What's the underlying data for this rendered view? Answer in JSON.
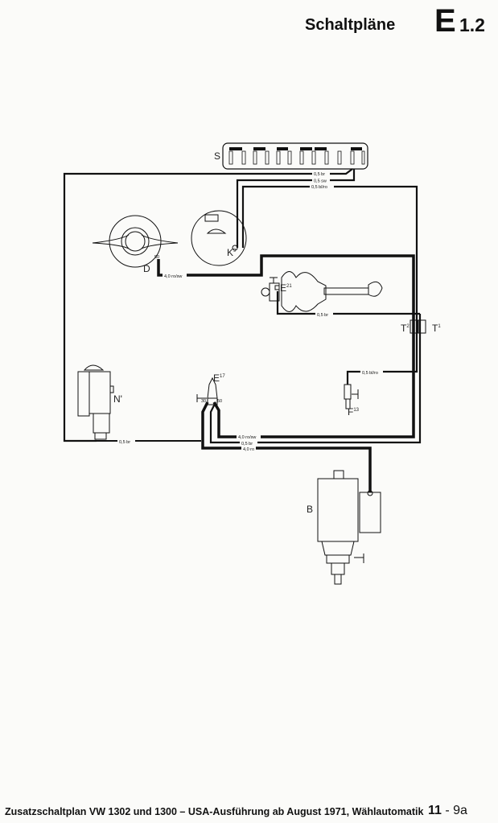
{
  "header": {
    "title": "Schaltpläne",
    "section_letter": "E",
    "section_number": "1.2"
  },
  "footer": {
    "caption": "Zusatzschaltplan VW 1302 und 1300 – USA-Ausführung ab August 1971, Wählautomatik",
    "page_major": "11",
    "page_sep": "-",
    "page_minor": "9a"
  },
  "components": {
    "S": "S",
    "D": "D",
    "K9": "K",
    "K9_sub": "9",
    "E21": "E",
    "E21_sub": "21",
    "T2": "T",
    "T2_sub": "2",
    "T1": "T",
    "T1_sub": "1",
    "N": "N'",
    "E17": "E",
    "E17_sub": "17",
    "F13": "F",
    "F13_sub": "13",
    "B": "B",
    "terminal_50_d": "50",
    "terminal_30": "30",
    "terminal_50": "50"
  },
  "wires": {
    "w1": "0,5 br",
    "w2": "0,5 sw",
    "w3": "0,5 bl/ro",
    "w4": "4,0 ro/sw",
    "w5": "0,5 br",
    "w6": "0,5 bl/ro",
    "w7": "4,0 ro/sw",
    "w8": "0,5 br",
    "w9": "4,0 ro",
    "w10": "0,5 br"
  }
}
